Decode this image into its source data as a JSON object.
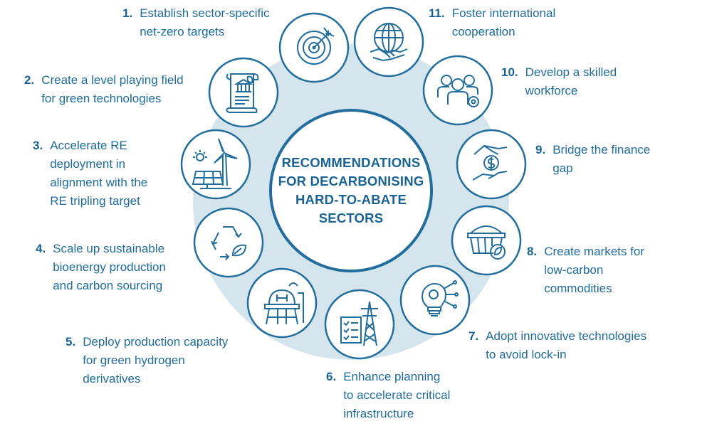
{
  "title": "RECOMMENDATIONS\nFOR DECARBONISING\nHARD-TO-ABATE\nSECTORS",
  "colors": {
    "primary": "#1f6b9b",
    "ring": "#d5e5ee",
    "stroke": "#226d9c",
    "background": "#ffffff"
  },
  "recommendations": [
    {
      "number": "1.",
      "text": "Establish sector-specific\nnet-zero targets",
      "icon": "target-arrow-icon"
    },
    {
      "number": "2.",
      "text": "Create a level playing field\nfor green technologies",
      "icon": "policy-document-icon"
    },
    {
      "number": "3.",
      "text": "Accelerate RE\ndeployment in\nalignment with the\nRE tripling target",
      "icon": "wind-solar-icon"
    },
    {
      "number": "4.",
      "text": "Scale up sustainable\nbioenergy production\nand carbon sourcing",
      "icon": "recycle-leaf-icon"
    },
    {
      "number": "5.",
      "text": "Deploy production capacity\nfor green hydrogen\nderivatives",
      "icon": "hydrogen-plant-icon"
    },
    {
      "number": "6.",
      "text": "Enhance planning\nto accelerate critical\ninfrastructure",
      "icon": "checklist-pylon-icon"
    },
    {
      "number": "7.",
      "text": "Adopt innovative technologies\nto avoid lock-in",
      "icon": "gear-lightbulb-icon"
    },
    {
      "number": "8.",
      "text": "Create markets for\nlow-carbon\ncommodities",
      "icon": "basket-leaf-icon"
    },
    {
      "number": "9.",
      "text": "Bridge the finance\ngap",
      "icon": "hands-coin-icon"
    },
    {
      "number": "10.",
      "text": "Develop a skilled\nworkforce",
      "icon": "team-gear-icon"
    },
    {
      "number": "11.",
      "text": "Foster international\ncooperation",
      "icon": "globe-handshake-icon"
    }
  ]
}
